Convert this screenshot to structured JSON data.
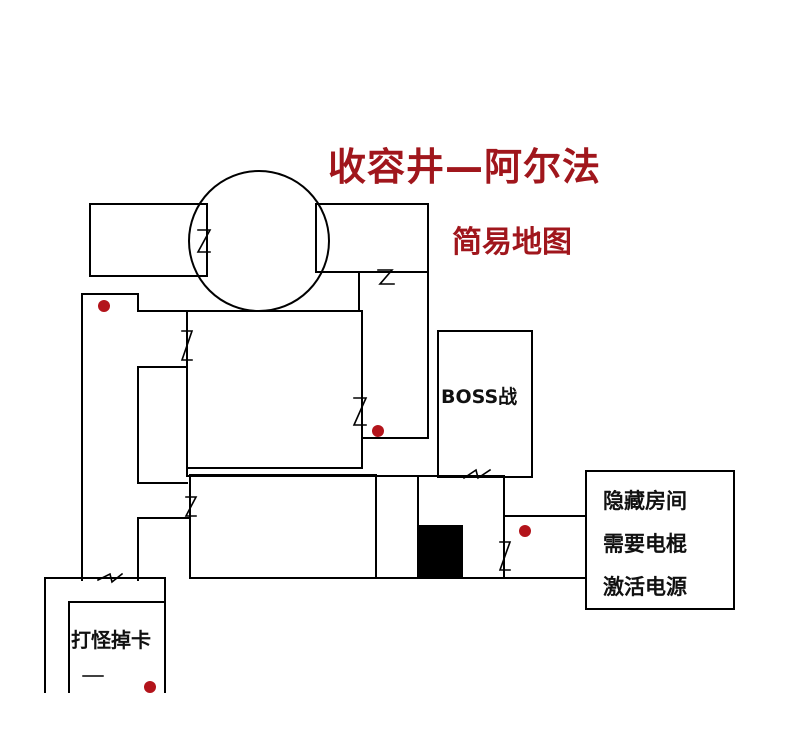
{
  "map": {
    "title": "收容井—阿尔法",
    "subtitle": "简易地图",
    "labels": {
      "boss": "BOSS战",
      "loot": "打怪掉卡",
      "hidden_room": [
        "隐藏房间",
        "需要电棍",
        "激活电源"
      ]
    },
    "markers": {
      "door_icon": "z-door-icon",
      "point_icon": "red-dot-icon",
      "block_icon": "black-block-icon"
    },
    "colors": {
      "title": "#a0161c",
      "point": "#b3141b",
      "line": "#000000"
    }
  }
}
